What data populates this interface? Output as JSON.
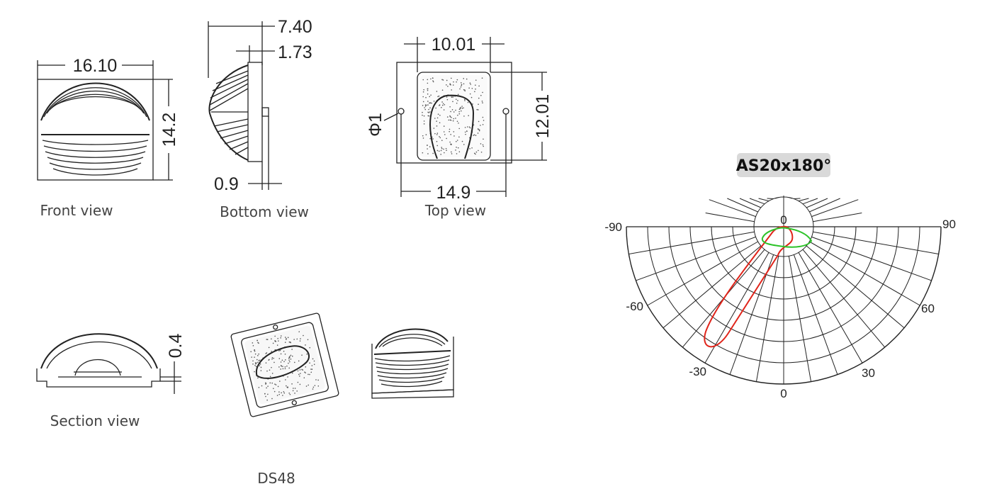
{
  "views": {
    "front": {
      "caption": "Front view",
      "width": "16.10",
      "height": "14.2"
    },
    "bottom": {
      "caption": "Bottom view",
      "depth": "7.40",
      "step": "1.73",
      "base": "0.9"
    },
    "top": {
      "caption": "Top view",
      "inner_width": "10.01",
      "outer_width": "14.9",
      "inner_height": "12.01",
      "hole": "Φ1"
    },
    "section": {
      "caption": "Section view",
      "thickness": "0.4"
    }
  },
  "model_name": "DS48",
  "polar_chart": {
    "title": "AS20x180°",
    "tick_labels": {
      "left_90": "-90",
      "left_60": "-60",
      "left_30": "-30",
      "center_top": "0",
      "center_bottom": "0",
      "right_30": "30",
      "right_60": "60",
      "right_90": "90"
    },
    "colors": {
      "red_curve": "#e0241a",
      "green_curve": "#2ec32a",
      "title_bg": "#d9d9d9"
    }
  }
}
